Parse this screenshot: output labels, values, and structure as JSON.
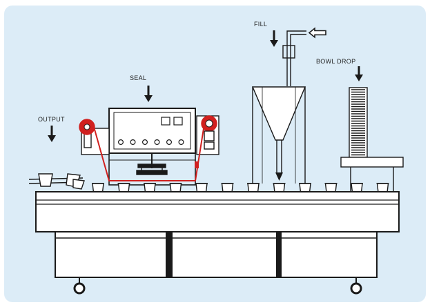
{
  "labels": {
    "fill": "FILL",
    "bowl_drop": "BOWL DROP",
    "seal": "SEAL",
    "output": "OUTPUT"
  },
  "colors": {
    "background": "#dcecf7",
    "line": "#1a1a1a",
    "film": "#d0201f"
  },
  "stations": {
    "cup_count_on_belt": 12,
    "seal_buttons": 6,
    "bowl_stack_rings": 28
  },
  "icons": [
    "arrow-down-icon",
    "hollow-arrow-left-icon",
    "caster-wheel-icon"
  ]
}
